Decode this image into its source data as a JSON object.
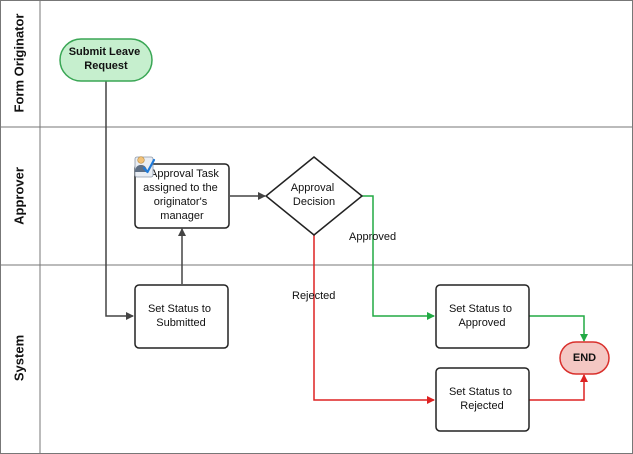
{
  "lanes": [
    {
      "id": "form-originator",
      "label": "Form Originator"
    },
    {
      "id": "approver",
      "label": "Approver"
    },
    {
      "id": "system",
      "label": "System"
    }
  ],
  "nodes": {
    "start": {
      "lines": [
        "Submit Leave",
        "Request"
      ],
      "shape": "rounded-pill"
    },
    "approval_task": {
      "lines": [
        "Approval Task",
        "assigned to the",
        "originator's",
        "manager"
      ],
      "shape": "rounded-rect",
      "icon": "user-task-icon"
    },
    "decision": {
      "lines": [
        "Approval",
        "Decision"
      ],
      "shape": "diamond"
    },
    "submitted": {
      "lines": [
        "Set Status to",
        "Submitted"
      ],
      "shape": "rounded-rect"
    },
    "approved": {
      "lines": [
        "Set Status to",
        "Approved"
      ],
      "shape": "rounded-rect"
    },
    "rejected": {
      "lines": [
        "Set Status to",
        "Rejected"
      ],
      "shape": "rounded-rect"
    },
    "end": {
      "lines": [
        "END"
      ],
      "shape": "rounded-pill"
    }
  },
  "edges": {
    "approved_label": "Approved",
    "rejected_label": "Rejected"
  },
  "colors": {
    "start_fill": "#c6efce",
    "start_stroke": "#3aa655",
    "end_fill": "#f4c7c3",
    "end_stroke": "#d9302c",
    "approved_line": "#22aa44",
    "rejected_line": "#dd2222",
    "default_line": "#444444",
    "lane_border": "#777777"
  }
}
